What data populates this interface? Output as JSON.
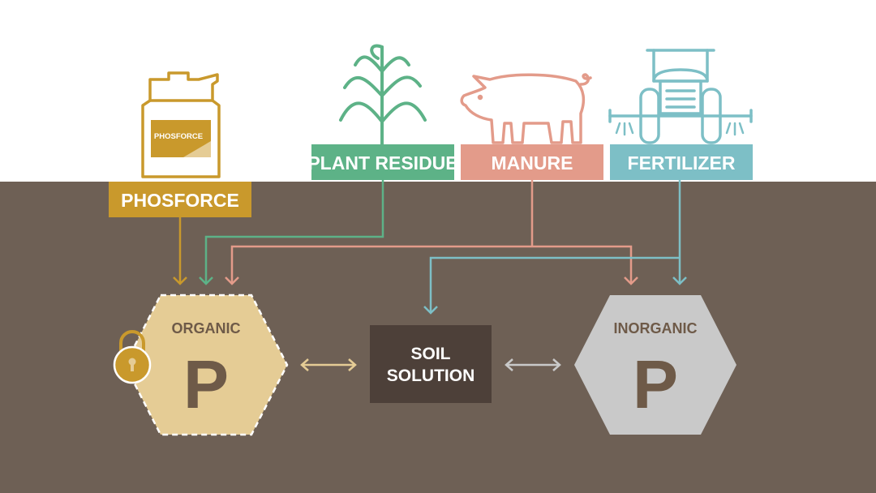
{
  "sources": {
    "phosforce": {
      "label": "PHOSFORCE",
      "jug_label": "PHOSFORCE",
      "color": "#C9992C",
      "icon": "jug-icon"
    },
    "plant_residue": {
      "label": "PLANT RESIDUE",
      "color": "#5DB287",
      "icon": "corn-plant-icon"
    },
    "manure": {
      "label": "MANURE",
      "color": "#E39B8A",
      "icon": "pig-icon"
    },
    "fertilizer": {
      "label": "FERTILIZER",
      "color": "#7DBFC6",
      "icon": "tractor-sprayer-icon"
    }
  },
  "pools": {
    "organic": {
      "title": "ORGANIC",
      "symbol": "P",
      "fill": "#E5CC95",
      "text_color": "#6E5A48"
    },
    "soil_solution": {
      "line1": "SOIL",
      "line2": "SOLUTION",
      "fill": "#4D4039",
      "text_color": "#FFFFFF"
    },
    "inorganic": {
      "title": "INORGANIC",
      "symbol": "P",
      "fill": "#C9C9C9",
      "text_color": "#6E5A48"
    }
  },
  "colors": {
    "soil": "#6E6055",
    "sky": "#FFFFFF",
    "lock": "#C9992C"
  }
}
